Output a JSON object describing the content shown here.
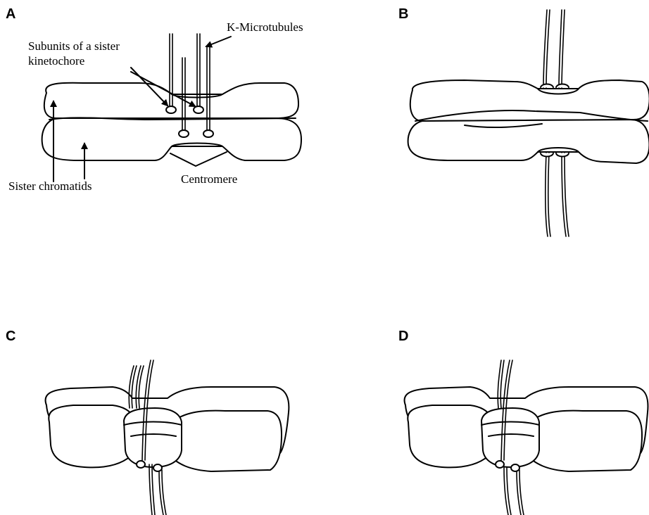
{
  "panels": {
    "a": {
      "letter": "A"
    },
    "b": {
      "letter": "B"
    },
    "c": {
      "letter": "C"
    },
    "d": {
      "letter": "D"
    }
  },
  "labels": {
    "k_microtubules": "K-Microtubules",
    "subunits_line1": "Subunits of a sister",
    "subunits_line2": "kinetochore",
    "centromere": "Centromere",
    "sister_chromatids": "Sister  chromatids"
  }
}
